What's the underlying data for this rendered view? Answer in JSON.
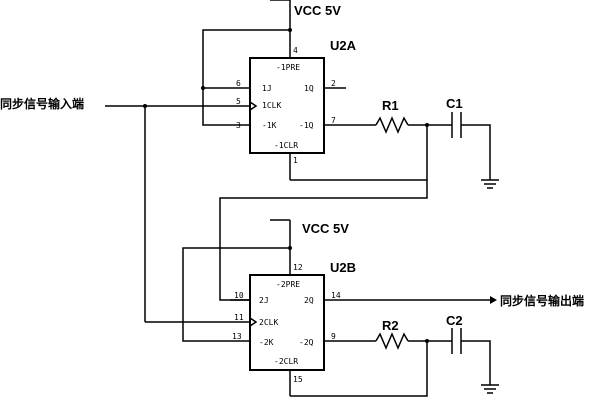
{
  "labels": {
    "vcc_top": "VCC 5V",
    "vcc_bottom": "VCC 5V",
    "u2a": "U2A",
    "u2b": "U2B",
    "r1": "R1",
    "c1": "C1",
    "r2": "R2",
    "c2": "C2",
    "input": "同步信号输入端",
    "output": "同步信号输出端"
  },
  "u2a": {
    "pre": "-1PRE",
    "j": "1J",
    "clk": "1CLK",
    "k": "-1K",
    "q": "1Q",
    "qn": "-1Q",
    "clr": "-1CLR",
    "pin_pre": "4",
    "pin_j": "6",
    "pin_clk": "5",
    "pin_k": "3",
    "pin_q": "2",
    "pin_qn": "7",
    "pin_clr": "1"
  },
  "u2b": {
    "pre": "-2PRE",
    "j": "2J",
    "clk": "2CLK",
    "k": "-2K",
    "q": "2Q",
    "qn": "-2Q",
    "clr": "-2CLR",
    "pin_pre": "12",
    "pin_j": "10",
    "pin_clk": "11",
    "pin_k": "13",
    "pin_q": "14",
    "pin_qn": "9",
    "pin_clr": "15"
  }
}
